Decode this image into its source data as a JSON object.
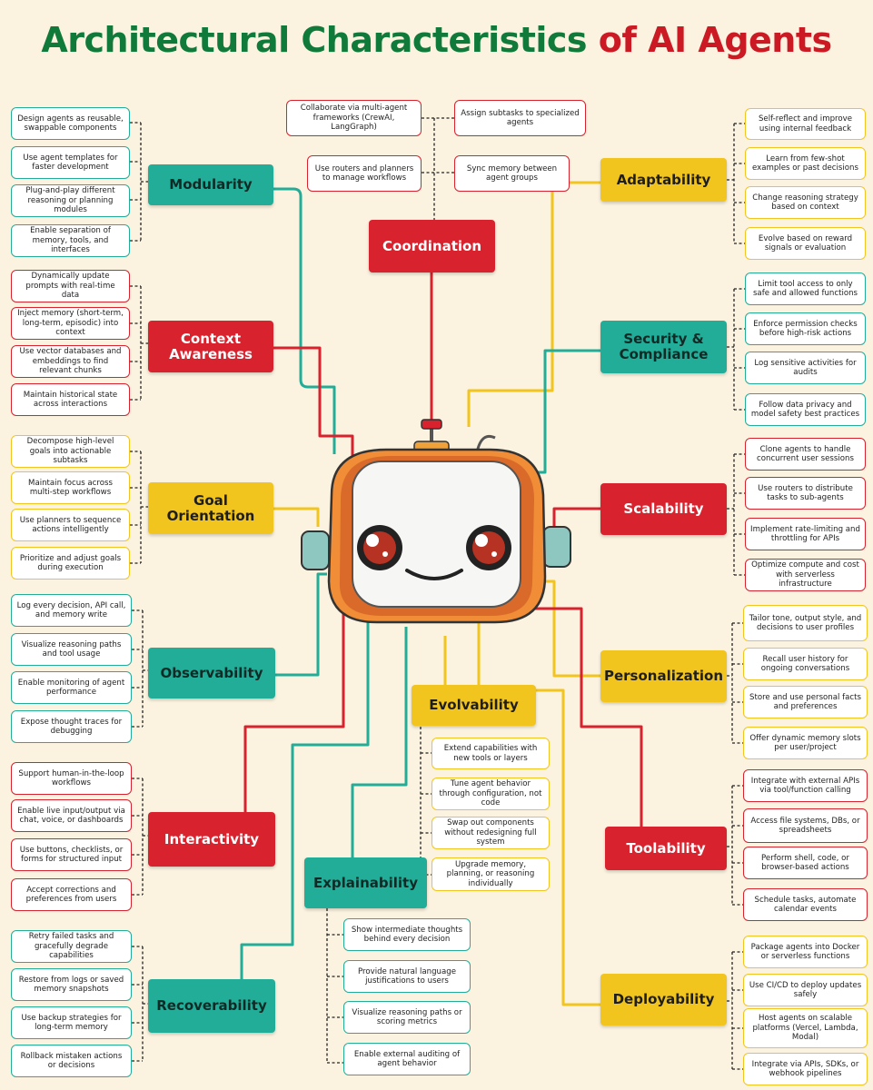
{
  "title": {
    "part1": "Architectural Characteristics",
    "part2": "of AI Agents"
  },
  "colors": {
    "teal": "#22ad99",
    "red": "#d8222e",
    "yellow": "#f2c51e",
    "background": "#fbf3e0"
  },
  "categories": {
    "modularity": {
      "label": "Modularity",
      "items": [
        "Design agents as reusable, swappable components",
        "Use agent templates for faster development",
        "Plug-and-play different reasoning or planning modules",
        "Enable separation of memory, tools, and interfaces"
      ]
    },
    "context_awareness": {
      "label": "Context Awareness",
      "items": [
        "Dynamically update prompts with real-time data",
        "Inject memory (short-term, long-term, episodic) into context",
        "Use vector databases and embeddings to find relevant chunks",
        "Maintain historical state across interactions"
      ]
    },
    "goal_orientation": {
      "label": "Goal Orientation",
      "items": [
        "Decompose high-level goals into actionable subtasks",
        "Maintain focus across multi-step workflows",
        "Use planners to sequence actions intelligently",
        "Prioritize and adjust goals during execution"
      ]
    },
    "observability": {
      "label": "Observability",
      "items": [
        "Log every decision, API call, and memory write",
        "Visualize reasoning paths and tool usage",
        "Enable monitoring of agent performance",
        "Expose thought traces for debugging"
      ]
    },
    "interactivity": {
      "label": "Interactivity",
      "items": [
        "Support human-in-the-loop workflows",
        "Enable live input/output via chat, voice, or dashboards",
        "Use buttons, checklists, or forms for structured input",
        "Accept corrections and preferences from users"
      ]
    },
    "recoverability": {
      "label": "Recoverability",
      "items": [
        "Retry failed tasks and gracefully degrade capabilities",
        "Restore from logs or saved memory snapshots",
        "Use backup strategies for long-term memory",
        "Rollback mistaken actions or decisions"
      ]
    },
    "coordination": {
      "label": "Coordination",
      "items": [
        "Collaborate via multi-agent frameworks (CrewAI, LangGraph)",
        "Assign subtasks to specialized agents",
        "Use routers and planners to manage workflows",
        "Sync memory between agent groups"
      ]
    },
    "evolvability": {
      "label": "Evolvability",
      "items": [
        "Extend capabilities with new tools or layers",
        "Tune agent behavior through configuration, not code",
        "Swap out components without redesigning full system",
        "Upgrade memory, planning, or reasoning individually"
      ]
    },
    "explainability": {
      "label": "Explainability",
      "items": [
        "Show intermediate thoughts behind every decision",
        "Provide natural language justifications to users",
        "Visualize reasoning paths or scoring metrics",
        "Enable external auditing of agent behavior"
      ]
    },
    "adaptability": {
      "label": "Adaptability",
      "items": [
        "Self-reflect and improve using internal feedback",
        "Learn from few-shot examples or past decisions",
        "Change reasoning strategy based on context",
        "Evolve based on reward signals or evaluation"
      ]
    },
    "security_compliance": {
      "label": "Security & Compliance",
      "items": [
        "Limit tool access to only safe and allowed functions",
        "Enforce permission checks before high-risk actions",
        "Log sensitive activities for audits",
        "Follow data privacy and model safety best practices"
      ]
    },
    "scalability": {
      "label": "Scalability",
      "items": [
        "Clone agents to handle concurrent user sessions",
        "Use routers to distribute tasks to sub-agents",
        "Implement rate-limiting and throttling for APIs",
        "Optimize compute and cost with serverless infrastructure"
      ]
    },
    "personalization": {
      "label": "Personalization",
      "items": [
        "Tailor tone, output style, and decisions to user profiles",
        "Recall user history for ongoing conversations",
        "Store and use personal facts and preferences",
        "Offer dynamic memory slots per user/project"
      ]
    },
    "toolability": {
      "label": "Toolability",
      "items": [
        "Integrate with external APIs via tool/function calling",
        "Access file systems, DBs, or spreadsheets",
        "Perform shell, code, or browser-based actions",
        "Schedule tasks, automate calendar events"
      ]
    },
    "deployability": {
      "label": "Deployability",
      "items": [
        "Package agents into Docker or serverless functions",
        "Use CI/CD to deploy updates safely",
        "Host agents on scalable platforms (Vercel, Lambda, Modal)",
        "Integrate via APIs, SDKs, or webhook pipelines"
      ]
    }
  }
}
